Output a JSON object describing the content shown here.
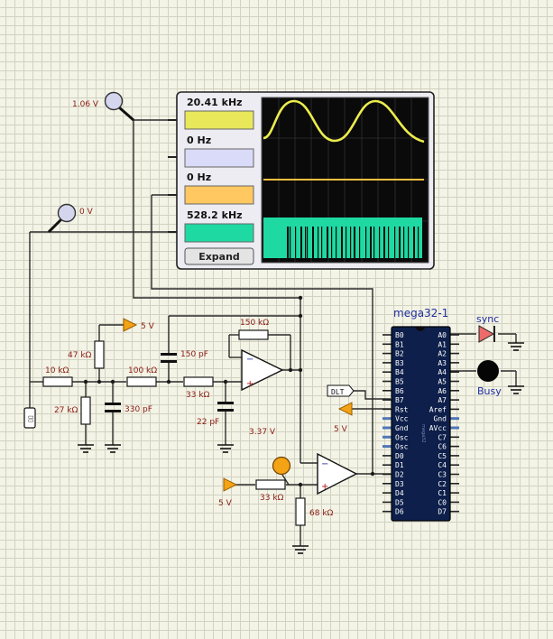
{
  "probes": {
    "probe1_value": "1.06 V",
    "probe2_value": "0 V"
  },
  "oscilloscope": {
    "channels": [
      {
        "freq": "20.41 kHz",
        "color": "#e8e85a"
      },
      {
        "freq": "0 Hz",
        "color": "#d9dbf8"
      },
      {
        "freq": "0 Hz",
        "color": "#ffc861"
      },
      {
        "freq": "528.2 kHz",
        "color": "#1fd9a3"
      }
    ],
    "expand_label": "Expand"
  },
  "components": {
    "r1": "10 kΩ",
    "r2": "27 kΩ",
    "r3": "47 kΩ",
    "r4": "100 kΩ",
    "c1": "330 pF",
    "c2": "150 pF",
    "r5": "33 kΩ",
    "r6": "150 kΩ",
    "c3": "22 pF",
    "vref": "3.37 V",
    "r7": "33 kΩ",
    "r8": "68 kΩ",
    "supply1": "5 V",
    "supply2": "5 V",
    "supply3": "5 V",
    "dlt": "DLT"
  },
  "mcu": {
    "name": "mega32-1",
    "left_pins": [
      "B0",
      "B1",
      "B2",
      "B3",
      "B4",
      "B5",
      "B6",
      "B7",
      "Rst",
      "Vcc",
      "Gnd",
      "Osc",
      "Osc",
      "D0",
      "D1",
      "D2",
      "D3",
      "D4",
      "D5",
      "D6"
    ],
    "right_pins": [
      "A0",
      "A1",
      "A2",
      "A3",
      "A4",
      "A5",
      "A6",
      "A7",
      "Aref",
      "Gnd",
      "AVcc",
      "C7",
      "C6",
      "C5",
      "C4",
      "C3",
      "C2",
      "C1",
      "C0",
      "D7"
    ]
  },
  "leds": {
    "sync": "sync",
    "busy": "Busy"
  }
}
